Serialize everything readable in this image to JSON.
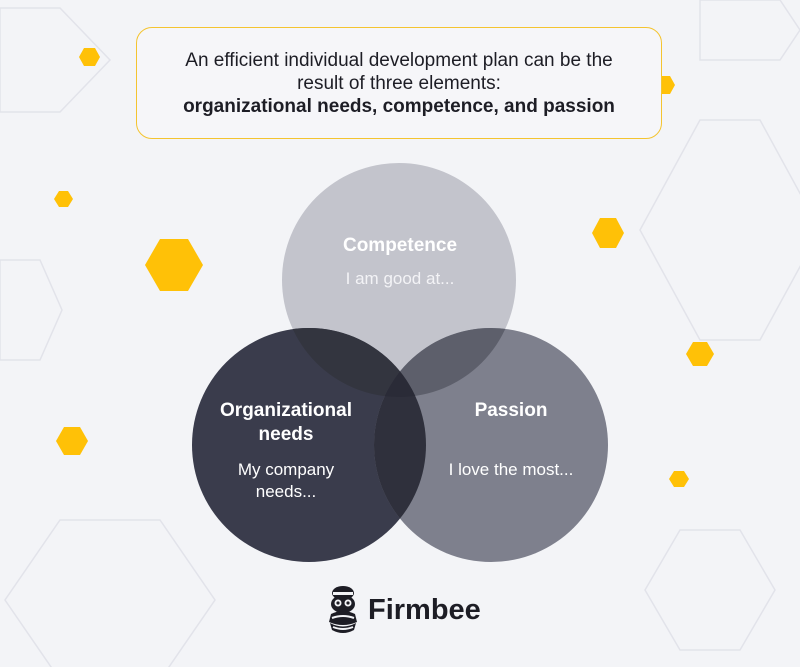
{
  "header": {
    "line1": "An efficient individual development plan can be the",
    "line2": "result of three elements:",
    "line3": "organizational needs, competence, and passion"
  },
  "circles": {
    "competence": {
      "title": "Competence",
      "subtitle": "I am good at..."
    },
    "organizational": {
      "title_line1": "Organizational",
      "title_line2": "needs",
      "subtitle_line1": "My company",
      "subtitle_line2": "needs..."
    },
    "passion": {
      "title": "Passion",
      "subtitle": "I love the most..."
    }
  },
  "brand": {
    "name": "Firmbee"
  },
  "colors": {
    "accent": "#ffc107",
    "competence": "#c3c4cc",
    "organizational": "#3a3c4c",
    "passion": "#7e808d",
    "text_dark": "#1d1d25"
  }
}
